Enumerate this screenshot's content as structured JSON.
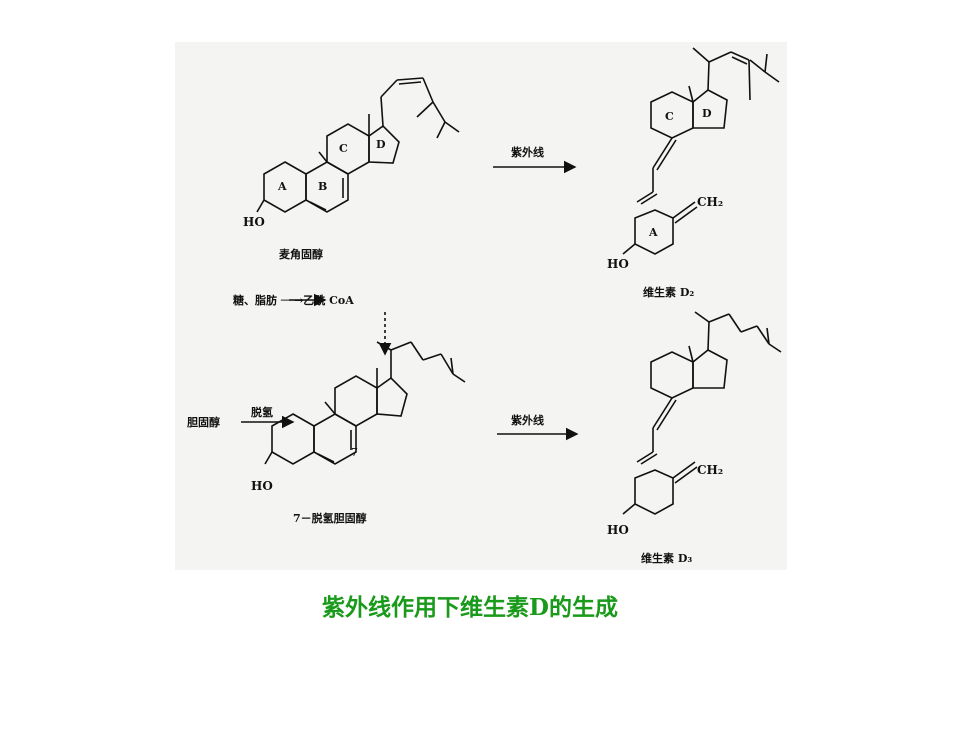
{
  "figure": {
    "ergosterol": {
      "name": "麦角固醇",
      "ring_labels": [
        "A",
        "B",
        "C",
        "D"
      ],
      "group_ho": "HO"
    },
    "arrow_top": {
      "label": "紫外线"
    },
    "vitamin_d2": {
      "name": "维生素 D₂",
      "ring_labels": [
        "C",
        "D",
        "A"
      ],
      "group_ho": "HO",
      "group_ch2": "CH₂"
    },
    "precursor_chain": {
      "text": "糖、脂肪 ──→乙酰 CoA"
    },
    "cholesterol_step": {
      "start": "胆固醇",
      "arrow_label": "脱氢"
    },
    "dehydrocholesterol": {
      "name": "7－脱氢胆固醇",
      "position_label": "7",
      "group_ho": "HO"
    },
    "arrow_bottom": {
      "label": "紫外线"
    },
    "vitamin_d3": {
      "name": "维生素 D₃",
      "group_ho": "HO",
      "group_ch2": "CH₂"
    }
  },
  "caption": "紫外线作用下维生素D的生成",
  "colors": {
    "caption": "#1a9a1a",
    "figure_bg": "#f4f4f2",
    "ink": "#111111"
  }
}
